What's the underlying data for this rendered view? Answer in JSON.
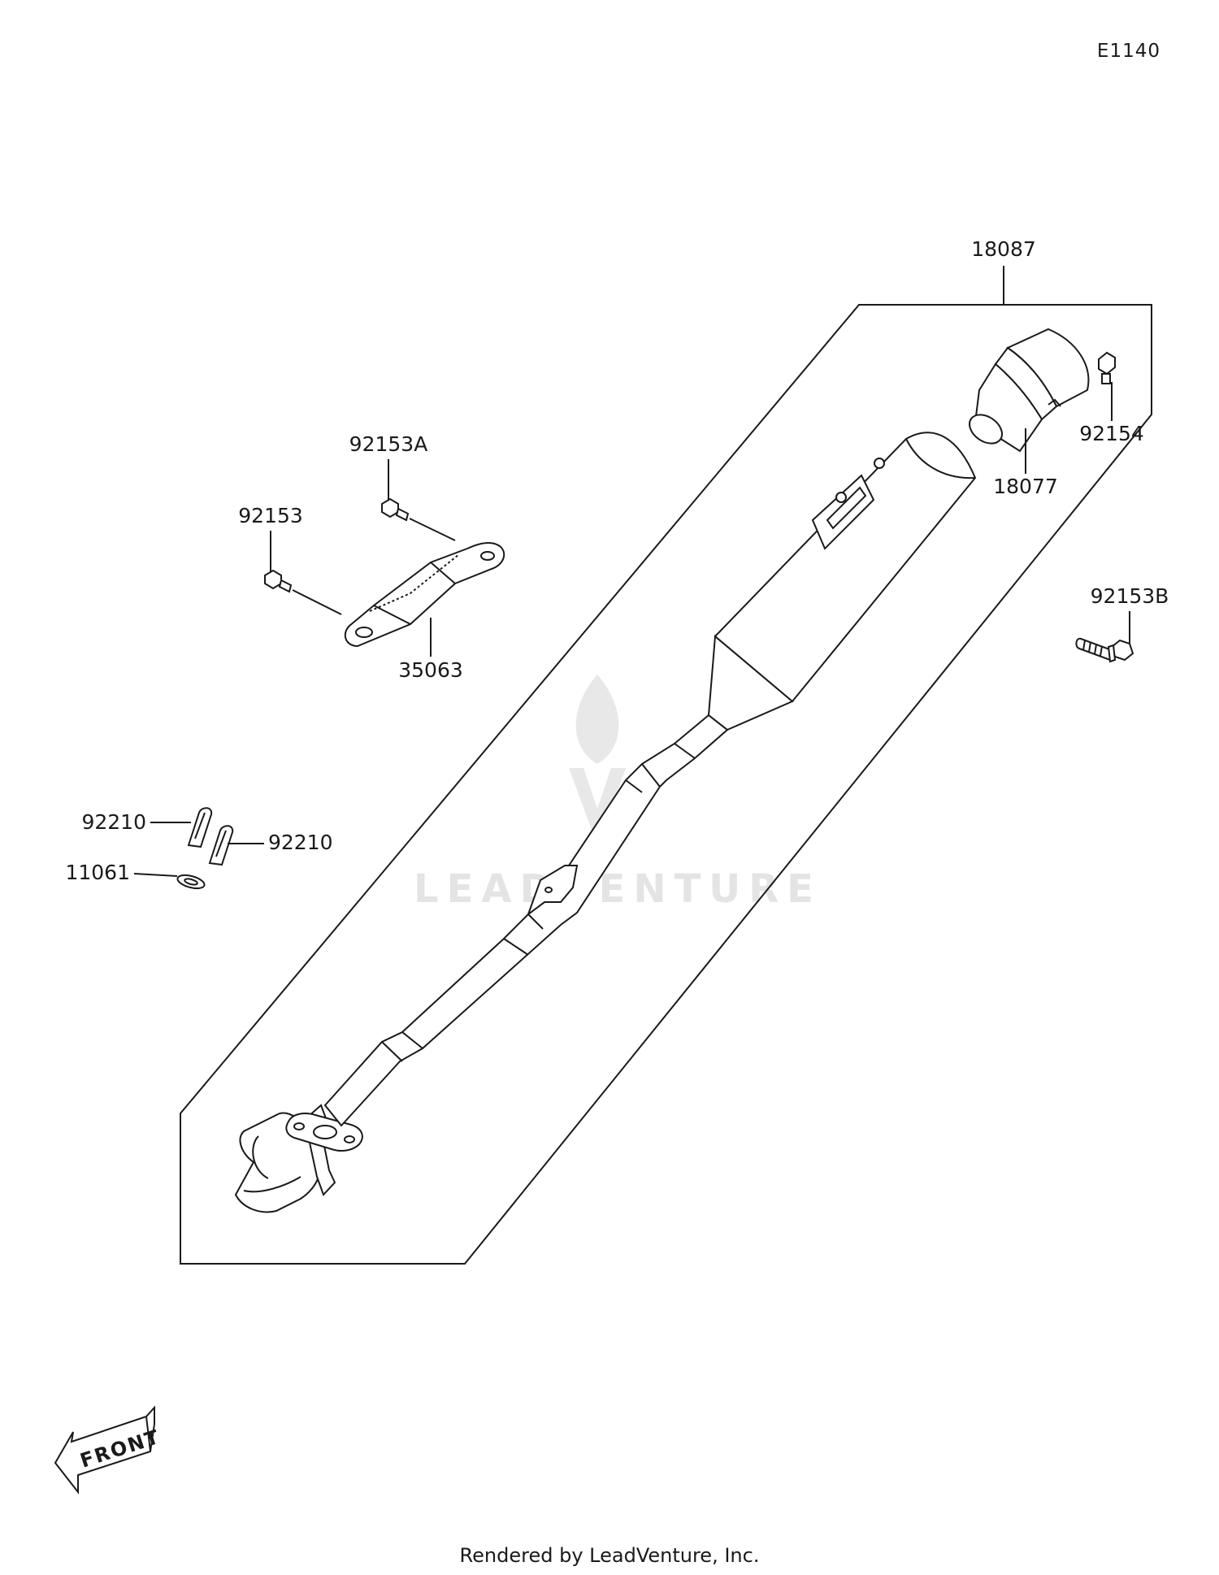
{
  "diagram_code": "E1140",
  "footer": "Rendered by LeadVenture, Inc.",
  "watermark": "LEADVENTURE",
  "front_label": "FRONT",
  "parts": {
    "p18087": "18087",
    "p18077": "18077",
    "p92154": "92154",
    "p92153A": "92153A",
    "p92153": "92153",
    "p35063": "35063",
    "p92153B": "92153B",
    "p92210_left": "92210",
    "p92210_right": "92210",
    "p11061": "11061"
  }
}
